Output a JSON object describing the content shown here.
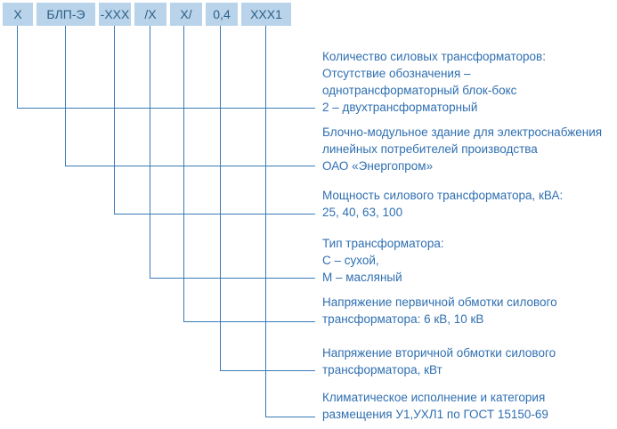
{
  "code": {
    "segments": [
      "Х",
      "БЛП-Э",
      "-ХХХ",
      "/Х",
      "Х/",
      "0,4",
      "ХХХ1"
    ]
  },
  "descriptions": [
    {
      "lines": [
        "Количество силовых трансформаторов:",
        "Отсутствие обозначения –",
        "однотрансформаторный блок-бокс",
        "2 – двухтрансформаторный"
      ]
    },
    {
      "lines": [
        "Блочно-модульное здание для электроснабжения",
        "линейных потребителей производства",
        "ОАО «Энергопром»"
      ]
    },
    {
      "lines": [
        "Мощность силового трансформатора, кВА:",
        "25, 40, 63, 100"
      ]
    },
    {
      "lines": [
        "Тип трансформатора:",
        "С – сухой,",
        "М – масляный"
      ]
    },
    {
      "lines": [
        "Напряжение первичной обмотки силового",
        "трансформатора: 6 кВ, 10 кВ"
      ]
    },
    {
      "lines": [
        "Напряжение вторичной обмотки силового",
        "трансформатора, кВт"
      ]
    },
    {
      "lines": [
        "Климатическое исполнение и категория",
        "размещения У1,УХЛ1 по ГОСТ 15150-69"
      ]
    }
  ]
}
